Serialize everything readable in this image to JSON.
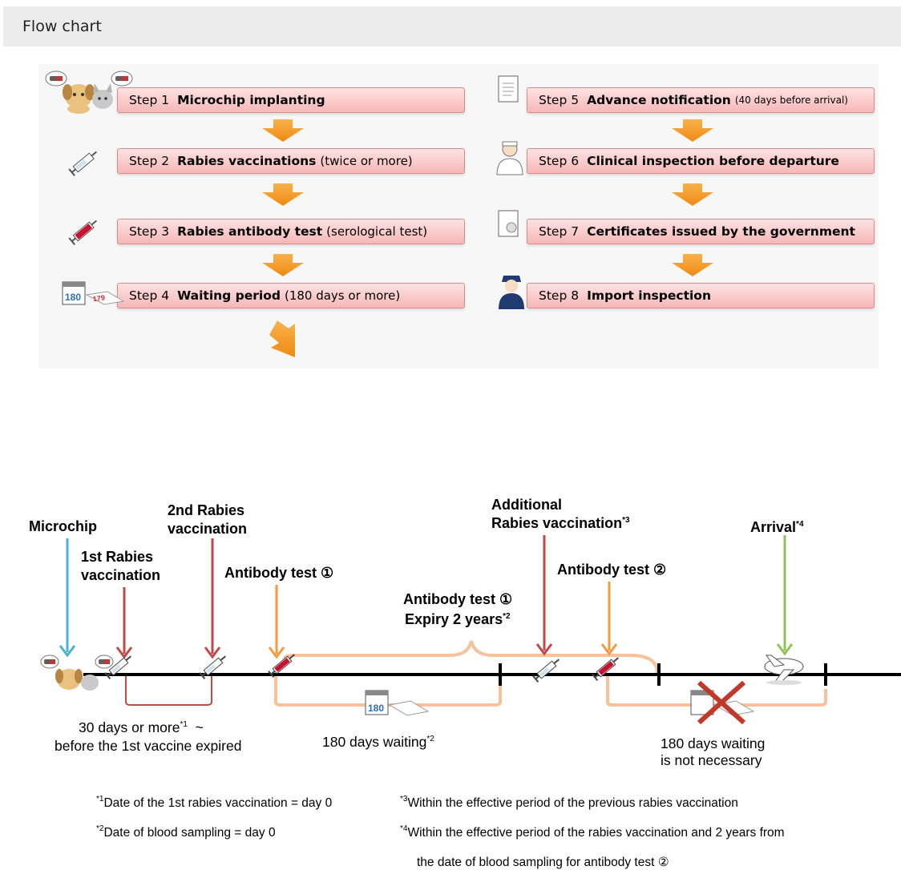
{
  "header": {
    "title": "Flow chart"
  },
  "flow_steps": [
    {
      "num": "Step 1",
      "name": "Microchip implanting",
      "note": "",
      "icon": "dog-cat-icon"
    },
    {
      "num": "Step 2",
      "name": "Rabies vaccinations",
      "note": "(twice or more)",
      "icon": "syringe-icon"
    },
    {
      "num": "Step 3",
      "name": "Rabies antibody test",
      "note": "(serological test)",
      "icon": "blood-syringe-icon"
    },
    {
      "num": "Step 4",
      "name": "Waiting period",
      "note": "(180 days or more)",
      "icon": "calendar-icon"
    },
    {
      "num": "Step 5",
      "name": "Advance notification",
      "note": "(40 days before arrival)",
      "icon": "document-icon"
    },
    {
      "num": "Step 6",
      "name": "Clinical inspection before departure",
      "note": "",
      "icon": "veterinarian-icon"
    },
    {
      "num": "Step 7",
      "name": "Certificates issued by the government",
      "note": "",
      "icon": "certificate-icon"
    },
    {
      "num": "Step 8",
      "name": "Import inspection",
      "note": "",
      "icon": "inspector-icon"
    }
  ],
  "timeline": {
    "microchip": "Microchip",
    "vacc1_line1": "1st Rabies",
    "vacc1_line2": "vaccination",
    "vacc2_line1": "2nd Rabies",
    "vacc2_line2": "vaccination",
    "antibody1": "Antibody test ①",
    "additional_line1": "Additional",
    "additional_line2": "Rabies vaccination",
    "additional_sup": "*3",
    "antibody2": "Antibody test ②",
    "arrival": "Arrival",
    "arrival_sup": "*4",
    "expiry_line1": "Antibody test ①",
    "expiry_line2": "Expiry 2 years",
    "expiry_sup": "*2",
    "days30_line1": "30 days or more",
    "days30_sup": "*1",
    "days30_tilde": "~",
    "days30_line2": "before the 1st vaccine expired",
    "waiting180": "180 days waiting",
    "waiting180_sup": "*2",
    "notnecessary_line1": "180 days waiting",
    "notnecessary_line2": "is not necessary",
    "calendar_number": "180"
  },
  "footnotes": {
    "n1_mark": "*1",
    "n1": "Date of the 1st rabies vaccination = day 0",
    "n2_mark": "*2",
    "n2": "Date of blood sampling = day 0",
    "n3_mark": "*3",
    "n3": "Within the effective period of the previous rabies vaccination",
    "n4_mark": "*4",
    "n4_line1": "Within the effective period of the rabies vaccination and 2 years from",
    "n4_line2": "the date of blood sampling for antibody test ②"
  },
  "colors": {
    "microchip_arrow": "#4bb3cf",
    "vaccination_arrow": "#c04a48",
    "antibody_arrow": "#f59a3c",
    "arrival_arrow": "#93c15a",
    "bracket": "#f7c29b",
    "step_box": "#f9c6c6",
    "flow_arrow": "#f39a1e"
  }
}
